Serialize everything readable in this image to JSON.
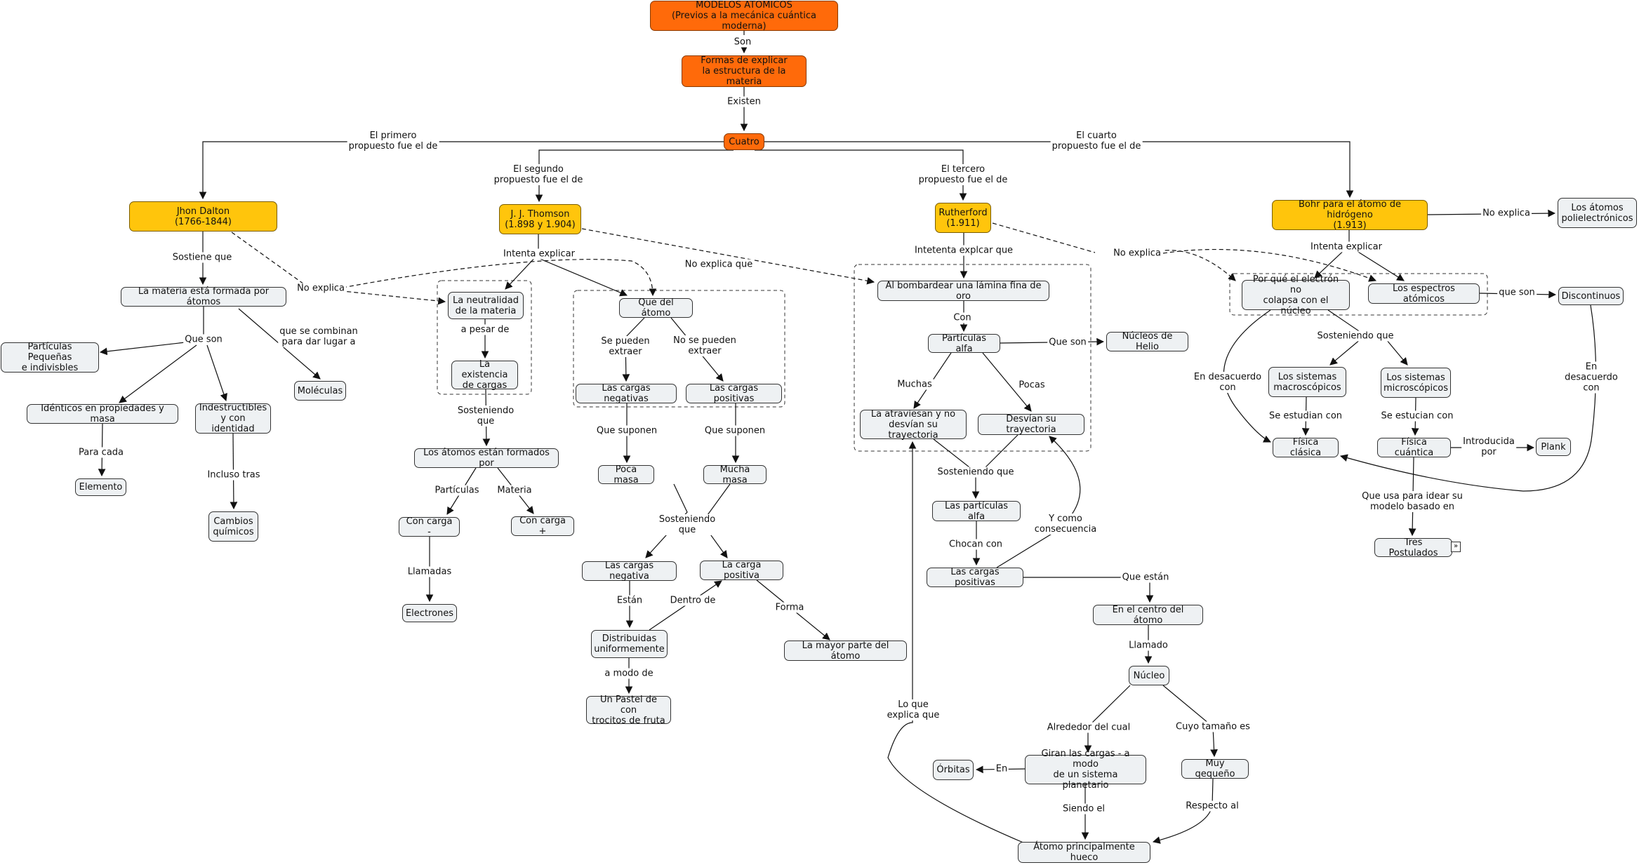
{
  "title": "MODELOS ATÓMICOS\n(Previos a la mecánica cuántica moderna)",
  "colors": {
    "root": "#ff6a0a",
    "model": "#ffc50c",
    "concept": "#eef1f3",
    "line": "#111111"
  },
  "nodes": {
    "root": "MODELOS ATÓMICOS\n(Previos a la mecánica cuántica moderna)",
    "formas": "Formas de explicar\nla estructura de la materia",
    "cuatro": "Cuatro",
    "dalton": "Jhon Dalton\n(1766-1844)",
    "thomson": "J. J. Thomson\n(1.898 y 1.904)",
    "rutherford": "Rutherford\n(1.911)",
    "bohr": "Bohr para el átomo de hidrógeno\n(1.913)",
    "polielectronicos": "Los átomos\npolielectrónicos",
    "materia_atomos": "La materia está formada por átomos",
    "particulas_peq": "Partículas Pequeñas\ne indivisbles",
    "identicos": "Idénticos en propiedades y masa",
    "indestructibles": "Indestructibles\ny con identidad",
    "moleculas": "Moléculas",
    "elemento": "Elemento",
    "cambios": "Cambios\nquímicos",
    "neutralidad": "La neutralidad\nde la materia",
    "existencia": "La existencia\nde cargas",
    "que_atomo": "Que del átomo",
    "cargas_neg": "Las cargas negativas",
    "cargas_pos": "Las cargas positivas",
    "atomos_formados": "Los átomos están formados por",
    "con_carga_neg": "Con carga -",
    "con_carga_pos": "Con carga +",
    "electrones": "Electrones",
    "poca_masa": "Poca masa",
    "mucha_masa": "Mucha masa",
    "cargas_negativa": "Las cargas negativa",
    "carga_positiva": "La carga positiva",
    "distribuidas": "Distribuidas\nuniformemente",
    "pastel": "Un Pastel de con\ntrocitos de fruta",
    "mayor_parte": "La mayor parte del átomo",
    "bombardear": "Al bombardear una lámina fina de oro",
    "alfa": "Partículas alfa",
    "nucleos_helio": "Núcleos de Helio",
    "atraviesan": "La atraviesan y no\ndesvían su trayectoria",
    "desvian": "Desvían su trayectoria",
    "las_alfa": "Las partículas alfa",
    "cargas_positivas_r": "Las cargas positivas",
    "centro": "En el centro del átomo",
    "nucleo": "Núcleo",
    "giran": "Giran las cargas - a modo\nde un sistema planetario",
    "orbitas": "Órbitas",
    "muy_pequeno": "Muy qequeño",
    "hueco": "Átomo principalmente hueco",
    "porque": "Por qué el electrón no\ncolapsa con el núcleo",
    "espectros": "Los espectros atómicos",
    "discontinuos": "Discontinuos",
    "macro": "Los sistemas\nmacroscópicos",
    "micro": "Los sistemas\nmicroscópicos",
    "clasica": "Física clásica",
    "cuantica": "Física cuántica",
    "plank": "Plank",
    "postulados": "Tres Postulados"
  },
  "links": {
    "son": "Son",
    "existen": "Existen",
    "primero": "El primero\npropuesto fue el de",
    "segundo": "El segundo\npropuesto fue el de",
    "tercero": "El tercero\npropuesto fue el de",
    "cuarto": "El cuarto\npropuesto fue el de",
    "sostiene": "Sostiene que",
    "no_explica_d": "No explica",
    "que_son": "Que son",
    "combinan": "que se combinan\npara dar lugar a",
    "para_cada": "Para cada",
    "incluso": "Incluso tras",
    "intenta_t": "Intenta explicar",
    "no_explica_t": "No explica que",
    "a_pesar": "a pesar de",
    "se_pueden": "Se pueden\nextraer",
    "no_se_pueden": "No se pueden\nextraer",
    "sosteniendo_t1": "Sosteniendo\nque",
    "particulas": "Partículas",
    "materia": "Materia",
    "llamadas": "Llamadas",
    "suponen1": "Que suponen",
    "suponen2": "Que suponen",
    "sosteniendo_t2": "Sosteniendo\nque",
    "estan": "Están",
    "dentro": "Dentro de",
    "forma": "Forma",
    "modo": "a modo de",
    "intenta_r": "Intetenta explcar que",
    "con": "Con",
    "que_son_r": "Que son",
    "muchas": "Muchas",
    "pocas": "Pocas",
    "sosteniendo_r": "Sosteniendo que",
    "chocan": "Chocan con",
    "consecuencia": "Y como\nconsecuencia",
    "que_estan": "Que están",
    "llamado": "Llamado",
    "alrededor": "Alrededor del cual",
    "tamano": "Cuyo tamaño es",
    "en": "En",
    "siendo": "Siendo el",
    "respecto": "Respecto al",
    "lo_que": "Lo que\nexplica que",
    "no_explica_b": "No explica",
    "intenta_b": "Intenta explicar",
    "no_explica_b2": "No explica",
    "que_son_b": "que son",
    "sosteniendo_b": "Sosteniendo que",
    "desacuerdo1": "En desacuerdo\ncon",
    "desacuerdo2": "En desacuerdo\ncon",
    "estudian1": "Se estudian con",
    "estudian2": "Se estucian con",
    "introducida": "Introducida\npor",
    "idear": "Que usa para idear su\nmodelo basado en"
  },
  "icons": {
    "expand": "expand-icon"
  }
}
